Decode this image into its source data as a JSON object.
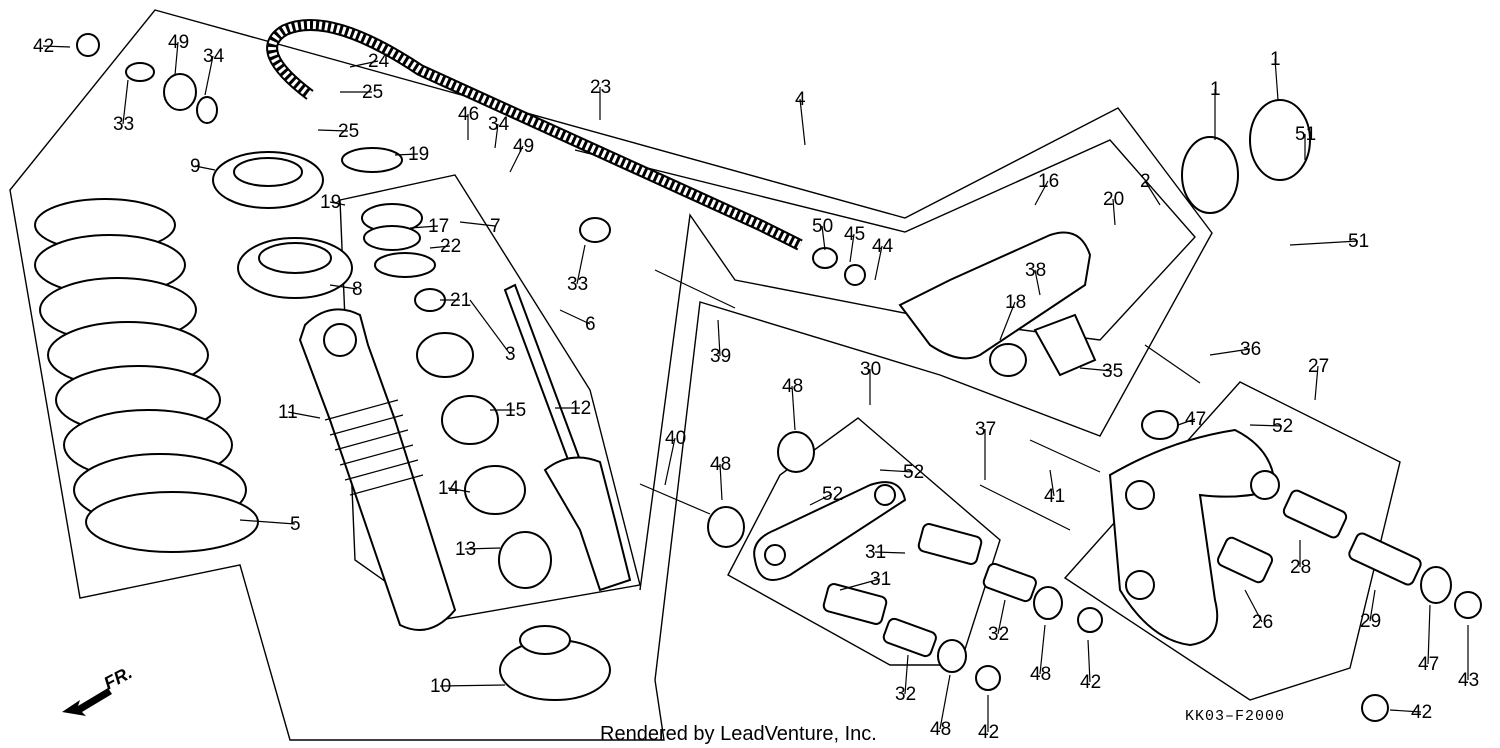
{
  "diagram": {
    "callouts": [
      "1",
      "2",
      "3",
      "4",
      "5",
      "6",
      "7",
      "8",
      "9",
      "10",
      "11",
      "12",
      "13",
      "14",
      "15",
      "16",
      "17",
      "18",
      "19",
      "20",
      "21",
      "22",
      "23",
      "24",
      "25",
      "26",
      "27",
      "28",
      "29",
      "30",
      "31",
      "32",
      "33",
      "34",
      "35",
      "36",
      "37",
      "38",
      "39",
      "40",
      "41",
      "42",
      "43",
      "44",
      "45",
      "46",
      "47",
      "48",
      "49",
      "50",
      "51",
      "52"
    ],
    "direction_label": "FR.",
    "diagram_code": "KK03–F2000",
    "credit": "Rendered by LeadVenture, Inc."
  }
}
